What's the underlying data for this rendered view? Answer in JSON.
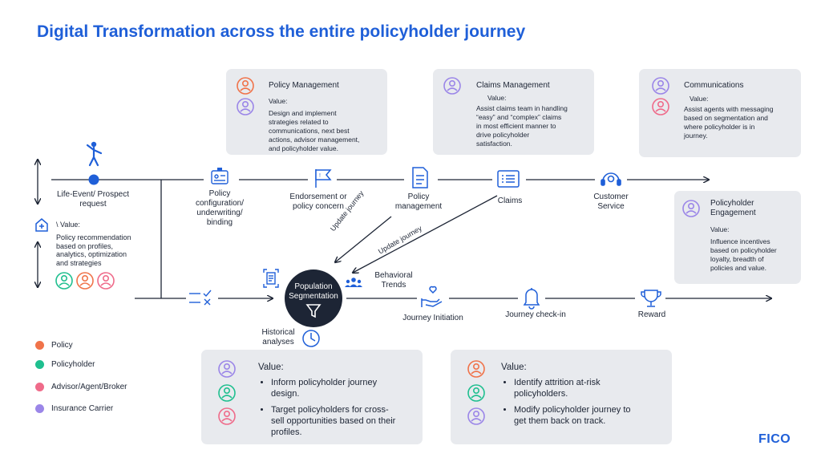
{
  "title": "Digital Transformation across the entire policyholder journey",
  "colors": {
    "accent": "#1f5fd8",
    "policy": "#f0734a",
    "policyholder": "#1fbf8f",
    "advisor": "#ef6b8a",
    "carrier": "#9b86e8",
    "card_bg": "#e8eaee",
    "line": "#1d2535"
  },
  "cards": {
    "policy_management": {
      "heading": "Policy Management",
      "value_label": "Value:",
      "value_text": [
        "Design and implement",
        "strategies related to",
        "communications, next best",
        "actions, advisor management,",
        "and policyholder value."
      ]
    },
    "claims_management": {
      "heading": "Claims Management",
      "value_label": "Value:",
      "value_text": [
        "Assist claims team in handling",
        "“easy” and “complex” claims",
        "in most efficient manner to",
        "drive policyholder",
        "satisfaction."
      ]
    },
    "communications": {
      "heading": "Communications",
      "value_label": "Value:",
      "value_text": [
        "Assist agents with messaging",
        "based on segmentation and",
        "where policyholder is in",
        "journey."
      ]
    },
    "policyholder_engagement": {
      "heading": [
        "Policyholder",
        "Engagement"
      ],
      "value_label": "Value:",
      "value_text": [
        "Influence incentives",
        "based on policyholder",
        "loyalty, breadth of",
        "policies and  value."
      ]
    }
  },
  "left_panel": {
    "life_event": [
      "Life-Event/ Prospect",
      "request"
    ],
    "value_label": "\\ Value:",
    "value_text": [
      "Policy recommendation",
      "based on profiles,",
      "analytics, optimization",
      "and strategies"
    ]
  },
  "stages_top": {
    "policy_config": [
      "Policy",
      "configuration/",
      "underwriting/",
      "binding"
    ],
    "endorsement": [
      "Endorsement or",
      "policy concern"
    ],
    "policy_mgmt": [
      "Policy",
      "management"
    ],
    "claims": [
      "Claims"
    ],
    "customer_service": [
      "Customer",
      "Service"
    ]
  },
  "stages_bottom": {
    "population_segmentation": [
      "Population",
      "Segmentation"
    ],
    "behavioral_trends": [
      "Behavioral",
      "Trends"
    ],
    "historical_analyses": [
      "Historical",
      "analyses"
    ],
    "journey_initiation": "Journey Initiation",
    "journey_checkin": "Journey check-in",
    "reward": "Reward"
  },
  "arrows": {
    "update_journey_1": "Update journey",
    "update_journey_2": "Update journey"
  },
  "bottom_cards": {
    "left": {
      "value_label": "Value:",
      "bullets": [
        [
          "Inform policyholder journey",
          "design."
        ],
        [
          "Target policyholders for cross-",
          "sell opportunities based on their",
          "profiles."
        ]
      ]
    },
    "right": {
      "value_label": "Value:",
      "bullets": [
        [
          "Identify attrition at-risk",
          "policyholders."
        ],
        [
          "Modify policyholder journey to",
          "get them back on track."
        ]
      ]
    }
  },
  "legend": [
    {
      "label": "Policy",
      "color": "#f0734a"
    },
    {
      "label": "Policyholder",
      "color": "#1fbf8f"
    },
    {
      "label": "Advisor/Agent/Broker",
      "color": "#ef6b8a"
    },
    {
      "label": "Insurance Carrier",
      "color": "#9b86e8"
    }
  ],
  "logo": "FICO"
}
